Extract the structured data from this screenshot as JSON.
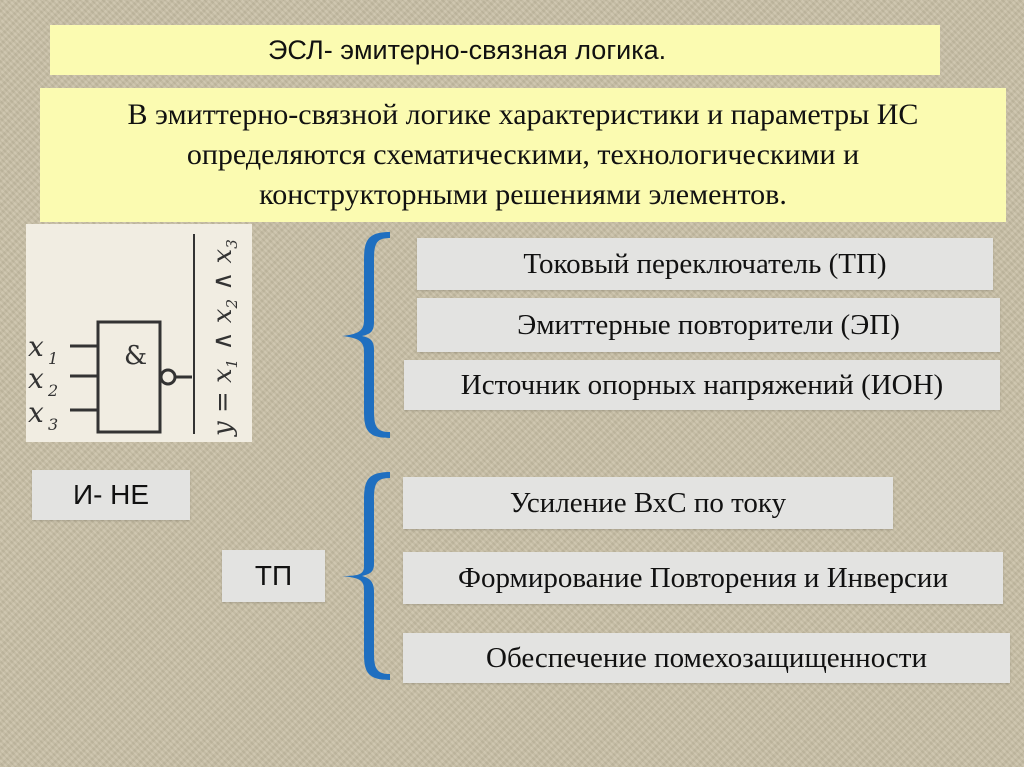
{
  "slide": {
    "title": "ЭСЛ- эмитерно-связная логика.",
    "description_lines": [
      "В эмиттерно-связной логике характеристики и параметры ИС",
      "определяются схематическими, технологическими и",
      "конструкторными решениями элементов."
    ]
  },
  "diagram": {
    "gate_symbol": "&",
    "inputs": [
      "x1",
      "x2",
      "x3"
    ],
    "formula": "y = x1 ∧ x2 ∧ x3"
  },
  "labels": {
    "gate_type": "И- НЕ",
    "section": "ТП"
  },
  "components": [
    "Токовый переключатель (ТП)",
    "Эмиттерные повторители (ЭП)",
    "Источник опорных напряжений (ИОН)"
  ],
  "functions": [
    "Усиление ВхС по току",
    "Формирование Повторения и Инверсии",
    "Обеспечение помехозащищенности"
  ],
  "colors": {
    "background": "#c9c0a6",
    "highlight_box": "#fbfbb1",
    "grey_box": "#e3e3e1",
    "brace": "#1f6fc0"
  }
}
